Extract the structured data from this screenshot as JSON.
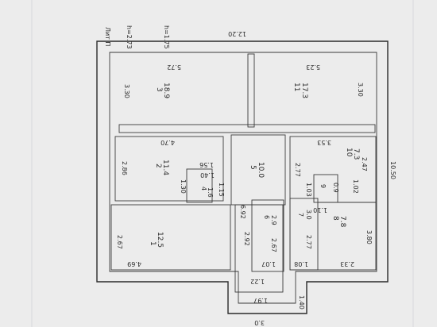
{
  "header": {
    "lit": "Лит П",
    "h_main": "h=2.73",
    "h_alt": "h=1.75"
  },
  "overall": {
    "width_top": "12.20",
    "height_right": "10.50",
    "bottom_left_step": "1.40",
    "bottom_width": "3.0"
  },
  "rooms": [
    {
      "id": "room-3",
      "number": "3",
      "area": "18.9",
      "dims": [
        "5.72",
        "3.30"
      ]
    },
    {
      "id": "room-11",
      "number": "11",
      "area": "17.3",
      "dims": [
        "5.23",
        "3.30"
      ]
    },
    {
      "id": "room-2",
      "number": "2",
      "area": "11.4",
      "dims": [
        "4.70",
        "2.86"
      ]
    },
    {
      "id": "room-4",
      "number": "4",
      "area": "1.6",
      "dims": [
        "1.40",
        "1.15"
      ]
    },
    {
      "id": "room-5",
      "number": "5",
      "area": "10.0",
      "dims": [
        "6.92"
      ]
    },
    {
      "id": "room-10",
      "number": "10",
      "area": "7.3",
      "dims": [
        "3.53",
        "2.77",
        "2.47"
      ]
    },
    {
      "id": "room-9",
      "number": "9",
      "area": "0.9",
      "dims": [
        "1.02",
        "1.10"
      ]
    },
    {
      "id": "room-6",
      "number": "6",
      "area": "2.9",
      "dims": [
        "2.67",
        "1.07"
      ]
    },
    {
      "id": "room-7",
      "number": "7",
      "area": "3.0",
      "dims": [
        "2.77",
        "1.08"
      ]
    },
    {
      "id": "room-8",
      "number": "8",
      "area": "7.8",
      "dims": [
        "3.80",
        "2.33"
      ]
    },
    {
      "id": "room-1",
      "number": "1",
      "area": "12.5",
      "dims": [
        "4.69",
        "2.67"
      ]
    }
  ],
  "extra_dims": {
    "room2_gap": "1.56",
    "room4_side": "1.30",
    "corridor_left": "2.92",
    "corridor_bottom": "1.22",
    "corridor_bottom_outer": "1.97",
    "room7_top": "1.03"
  }
}
